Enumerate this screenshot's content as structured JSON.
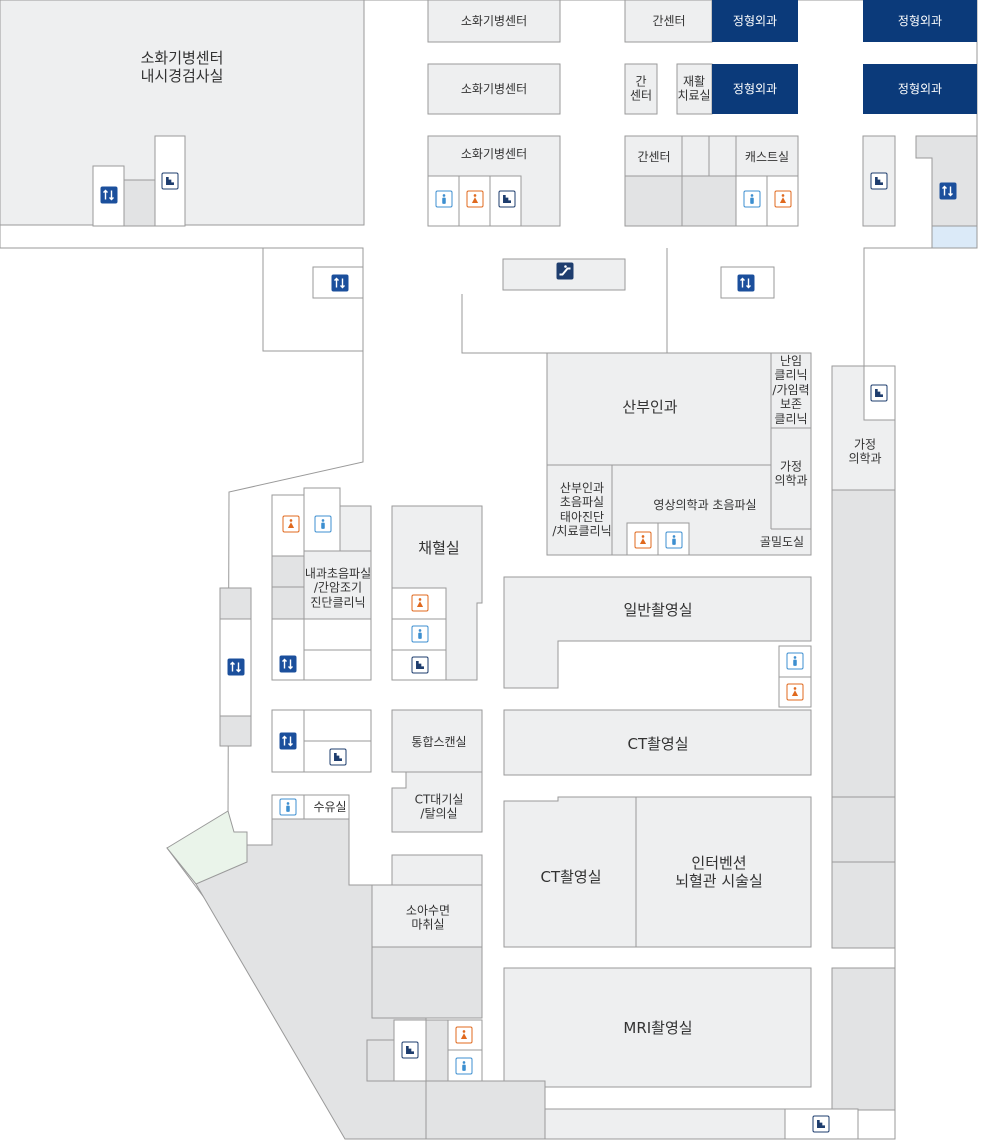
{
  "colors": {
    "room_fill": "#eeeff0",
    "dark_fill": "#e2e3e4",
    "navy": "#0b3a7a",
    "outline": "#9a9a9a",
    "green": "#eaf4ea",
    "light_blue": "#dbeaf8",
    "elevator": "#1b4f9c",
    "male": "#3d8fd0",
    "female": "#e0691e"
  },
  "rooms": [
    {
      "id": "gi-endoscopy",
      "label": "소화기병센터\n내시경검사실",
      "big": true
    },
    {
      "id": "gi-center-1",
      "label": "소화기병센터"
    },
    {
      "id": "gi-center-2",
      "label": "소화기병센터"
    },
    {
      "id": "gi-center-3",
      "label": "소화기병센터"
    },
    {
      "id": "liver-center-1",
      "label": "간센터"
    },
    {
      "id": "liver-center-2",
      "label": "간\n센터"
    },
    {
      "id": "liver-center-3",
      "label": "간센터"
    },
    {
      "id": "rehab-room",
      "label": "재활\n치료실"
    },
    {
      "id": "ortho-1",
      "label": "정형외과",
      "navy": true
    },
    {
      "id": "ortho-2",
      "label": "정형외과",
      "navy": true
    },
    {
      "id": "ortho-3",
      "label": "정형외과",
      "navy": true
    },
    {
      "id": "ortho-4",
      "label": "정형외과",
      "navy": true
    },
    {
      "id": "cast-room",
      "label": "캐스트실"
    },
    {
      "id": "obgyn",
      "label": "산부인과",
      "big": true
    },
    {
      "id": "fertility-clinic",
      "label": "난임\n클리닉\n/가임력\n보존\n클리닉"
    },
    {
      "id": "family-med-1",
      "label": "가정\n의학과"
    },
    {
      "id": "family-med-2",
      "label": "가정\n의학과"
    },
    {
      "id": "obgyn-ultrasound",
      "label": "산부인과\n초음파실\n태아진단\n/치료클리닉"
    },
    {
      "id": "radiology-ultrasound",
      "label": "영상의학과 초음파실"
    },
    {
      "id": "bone-density",
      "label": "골밀도실"
    },
    {
      "id": "blood-collection",
      "label": "채혈실",
      "big": true
    },
    {
      "id": "im-ultrasound",
      "label": "내과초음파실\n/간암조기\n진단클리닉"
    },
    {
      "id": "general-xray",
      "label": "일반촬영실",
      "big": true
    },
    {
      "id": "ct-1",
      "label": "CT촬영실",
      "big": true
    },
    {
      "id": "integrated-scan",
      "label": "통합스캔실"
    },
    {
      "id": "ct-waiting",
      "label": "CT대기실\n/탈의실"
    },
    {
      "id": "nursing-room",
      "label": "수유실"
    },
    {
      "id": "ct-2",
      "label": "CT촬영실",
      "big": true
    },
    {
      "id": "interventional",
      "label": "인터벤션\n뇌혈관 시술실",
      "big": true
    },
    {
      "id": "pediatric-sedation",
      "label": "소아수면\n마취실"
    },
    {
      "id": "mri",
      "label": "MRI촬영실",
      "big": true
    }
  ],
  "icons": [
    {
      "type": "elevator"
    },
    {
      "type": "stairs"
    },
    {
      "type": "restroom-male"
    },
    {
      "type": "restroom-female"
    },
    {
      "type": "stairs"
    },
    {
      "type": "restroom-male"
    },
    {
      "type": "restroom-female"
    },
    {
      "type": "stairs"
    },
    {
      "type": "elevator"
    },
    {
      "type": "elevator"
    },
    {
      "type": "escalator"
    },
    {
      "type": "elevator"
    },
    {
      "type": "stairs"
    },
    {
      "type": "restroom-female"
    },
    {
      "type": "restroom-male"
    },
    {
      "type": "restroom-female"
    },
    {
      "type": "restroom-male"
    },
    {
      "type": "elevator"
    },
    {
      "type": "restroom-female"
    },
    {
      "type": "restroom-male"
    },
    {
      "type": "stairs"
    },
    {
      "type": "restroom-male"
    },
    {
      "type": "restroom-female"
    },
    {
      "type": "elevator"
    },
    {
      "type": "elevator"
    },
    {
      "type": "stairs"
    },
    {
      "type": "restroom-male"
    },
    {
      "type": "stairs"
    },
    {
      "type": "restroom-female"
    },
    {
      "type": "restroom-male"
    },
    {
      "type": "stairs"
    }
  ]
}
